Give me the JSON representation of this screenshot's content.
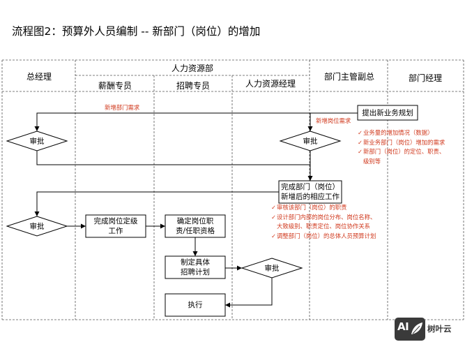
{
  "title": "流程图2：预算外人员编制 -- 新部门（岗位）的增加",
  "columns": {
    "general_manager": "总经理",
    "hr_department": "人力资源部",
    "salary_specialist": "薪酬专员",
    "recruit_specialist": "招聘专员",
    "hr_manager": "人力资源经理",
    "vp_in_charge": "部门主管副总",
    "dept_manager": "部门经理"
  },
  "nodes": {
    "propose_plan": "提出新业务规划",
    "approve_gm_1": "审批",
    "approve_vp": "审批",
    "complete_work_line1": "完成部门（岗位）",
    "complete_work_line2": "新增后的相应工作",
    "approve_gm_2": "审批",
    "grade_line1": "完成岗位定级",
    "grade_line2": "工作",
    "duties_line1": "确定岗位职",
    "duties_line2": "责/任职资格",
    "plan_line1": "制定具体",
    "plan_line2": "招聘计划",
    "approve_hr": "审批",
    "execute": "执行"
  },
  "annotations": {
    "new_dept_need": "新增部门需求",
    "new_post_need": "新增岗位需求",
    "vp_notes": [
      "业务量的增加情况（数据）",
      "新业务部门（岗位）增加的需求",
      "新部门（岗位）的定位、职责、",
      "级别等"
    ],
    "work_notes": [
      "审核该部门（岗位）的职责",
      "设计部门内部的岗位分布、岗位名称、",
      "大致级别、职责定位、岗位协作关系",
      "调整部门（岗位）的总体人员预算计划"
    ]
  },
  "check_mark": "✓",
  "brand": {
    "logo_text": "AI",
    "name": "树叶云"
  },
  "colors": {
    "annotation_red": "#d0381c",
    "grid_dash": "#555555",
    "line": "#000000"
  }
}
